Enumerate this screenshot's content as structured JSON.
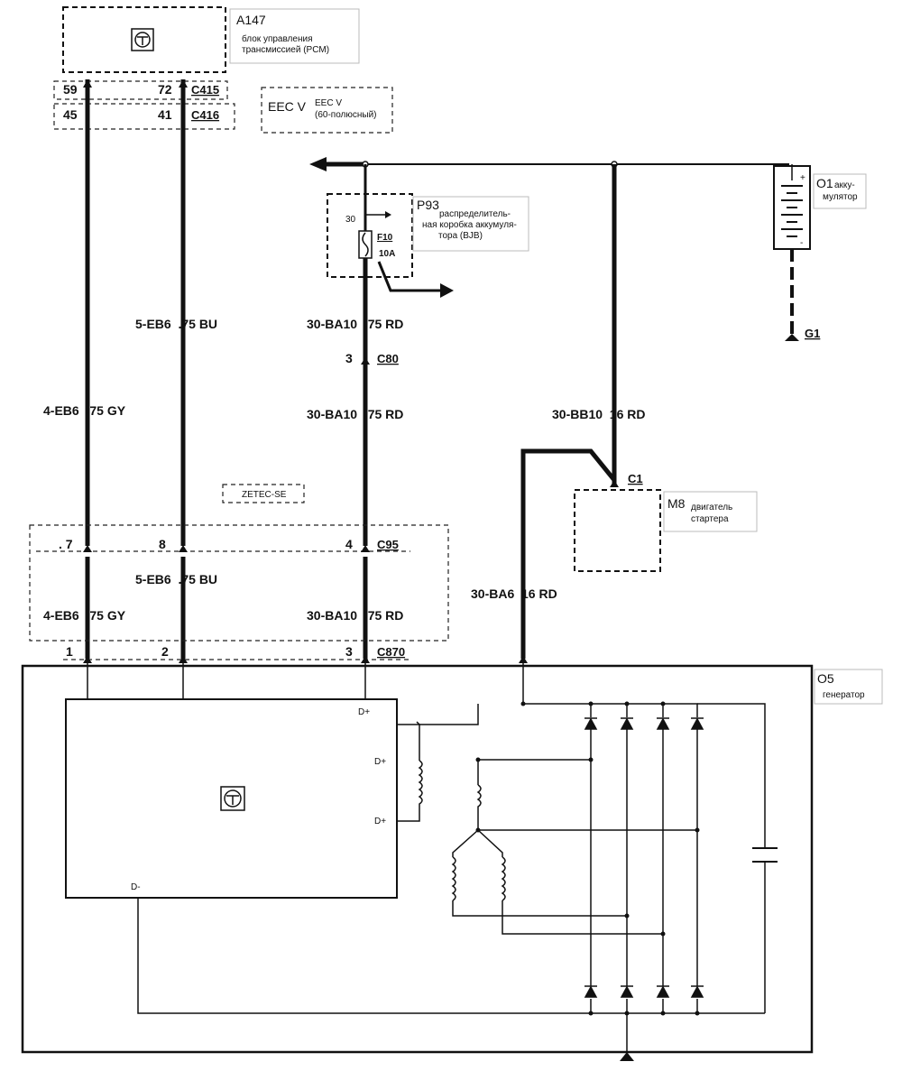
{
  "pcm": {
    "code": "A147",
    "desc1": "блок управления",
    "desc2": "трансмиссией (PCM)"
  },
  "eec": {
    "main": "EEC V",
    "line1": "EEC V",
    "line2": "(60-полюсный)"
  },
  "connectors": {
    "c415": {
      "name": "C415",
      "pin_a": "59",
      "pin_b": "72"
    },
    "c416": {
      "name": "C416",
      "pin_a": "45",
      "pin_b": "41"
    },
    "c80": {
      "name": "C80",
      "pin": "3"
    },
    "c95": {
      "name": "C95",
      "pin_a": ". 7",
      "pin_b": "8",
      "pin_c": "4"
    },
    "c870": {
      "name": "C870",
      "pin_a": "1",
      "pin_b": "2",
      "pin_c": "3"
    },
    "c1": {
      "name": "C1"
    }
  },
  "bjb": {
    "code": "P93",
    "desc1": "распределитель-",
    "desc2": "ная коробка аккумуля-",
    "desc3": "тора (BJB)",
    "pin": "30",
    "fuse": "F10",
    "rating": "10A"
  },
  "battery": {
    "code": "O1",
    "desc1": "акку-",
    "desc2": "мулятор",
    "plus": "+",
    "minus": "-"
  },
  "ground": {
    "code": "G1"
  },
  "starter": {
    "code": "M8",
    "desc1": "двигатель",
    "desc2": "стартера"
  },
  "generator": {
    "code": "O5",
    "desc": "генератор",
    "d_plus": "D+",
    "d_minus": "D-"
  },
  "zetec": "ZETEC-SE",
  "wires": {
    "eb6_bu": "5-EB6  .75 BU",
    "eb6_gy": "4-EB6  .75 GY",
    "ba10": "30-BA10  .75 RD",
    "bb10": "30-BB10  16 RD",
    "ba6": "30-BA6  16 RD"
  }
}
